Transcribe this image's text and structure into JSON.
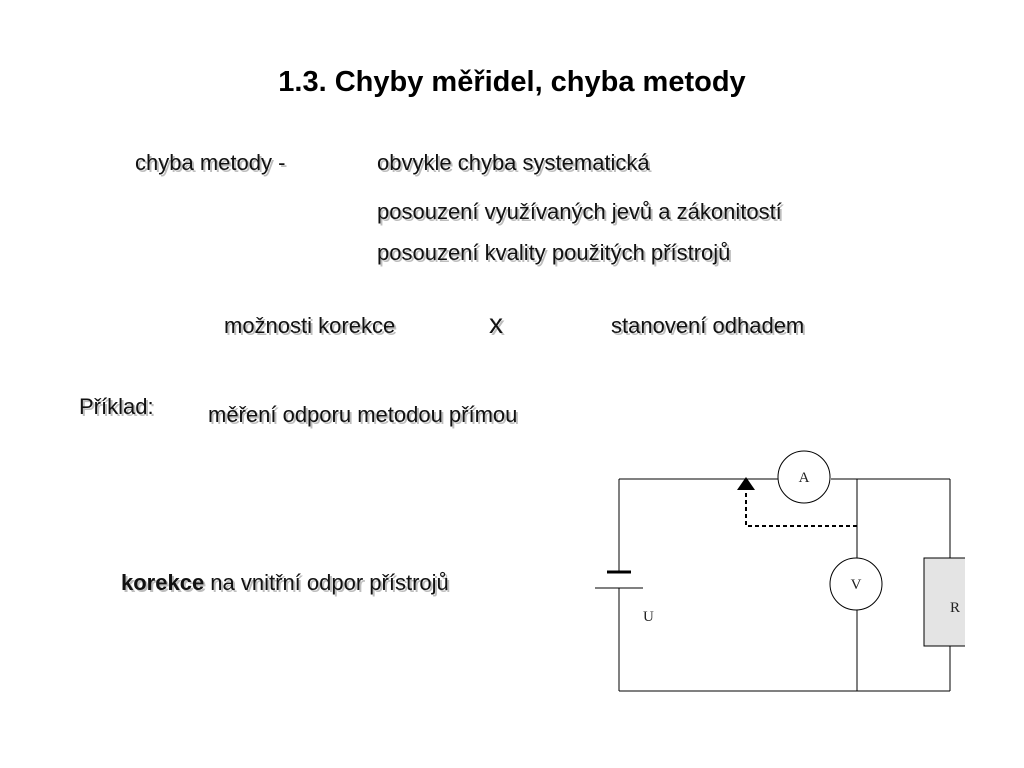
{
  "title": "1.3. Chyby měřidel, chyba metody",
  "definition": {
    "label": "chyba metody -",
    "lines": [
      "obvykle chyba systematická",
      "posouzení využívaných jevů a zákonitostí",
      "posouzení kvality použitých přístrojů"
    ]
  },
  "options": {
    "left": "možnosti korekce",
    "separator": "x",
    "right": "stanovení odhadem"
  },
  "example": {
    "label": "Příklad:",
    "text": "měření odporu metodou přímou"
  },
  "correction": {
    "bold": "korekce",
    "rest": " na vnitřní odpor přístrojů"
  },
  "circuit": {
    "ammeter": "A",
    "voltmeter": "V",
    "resistor": "R",
    "source": "U"
  }
}
